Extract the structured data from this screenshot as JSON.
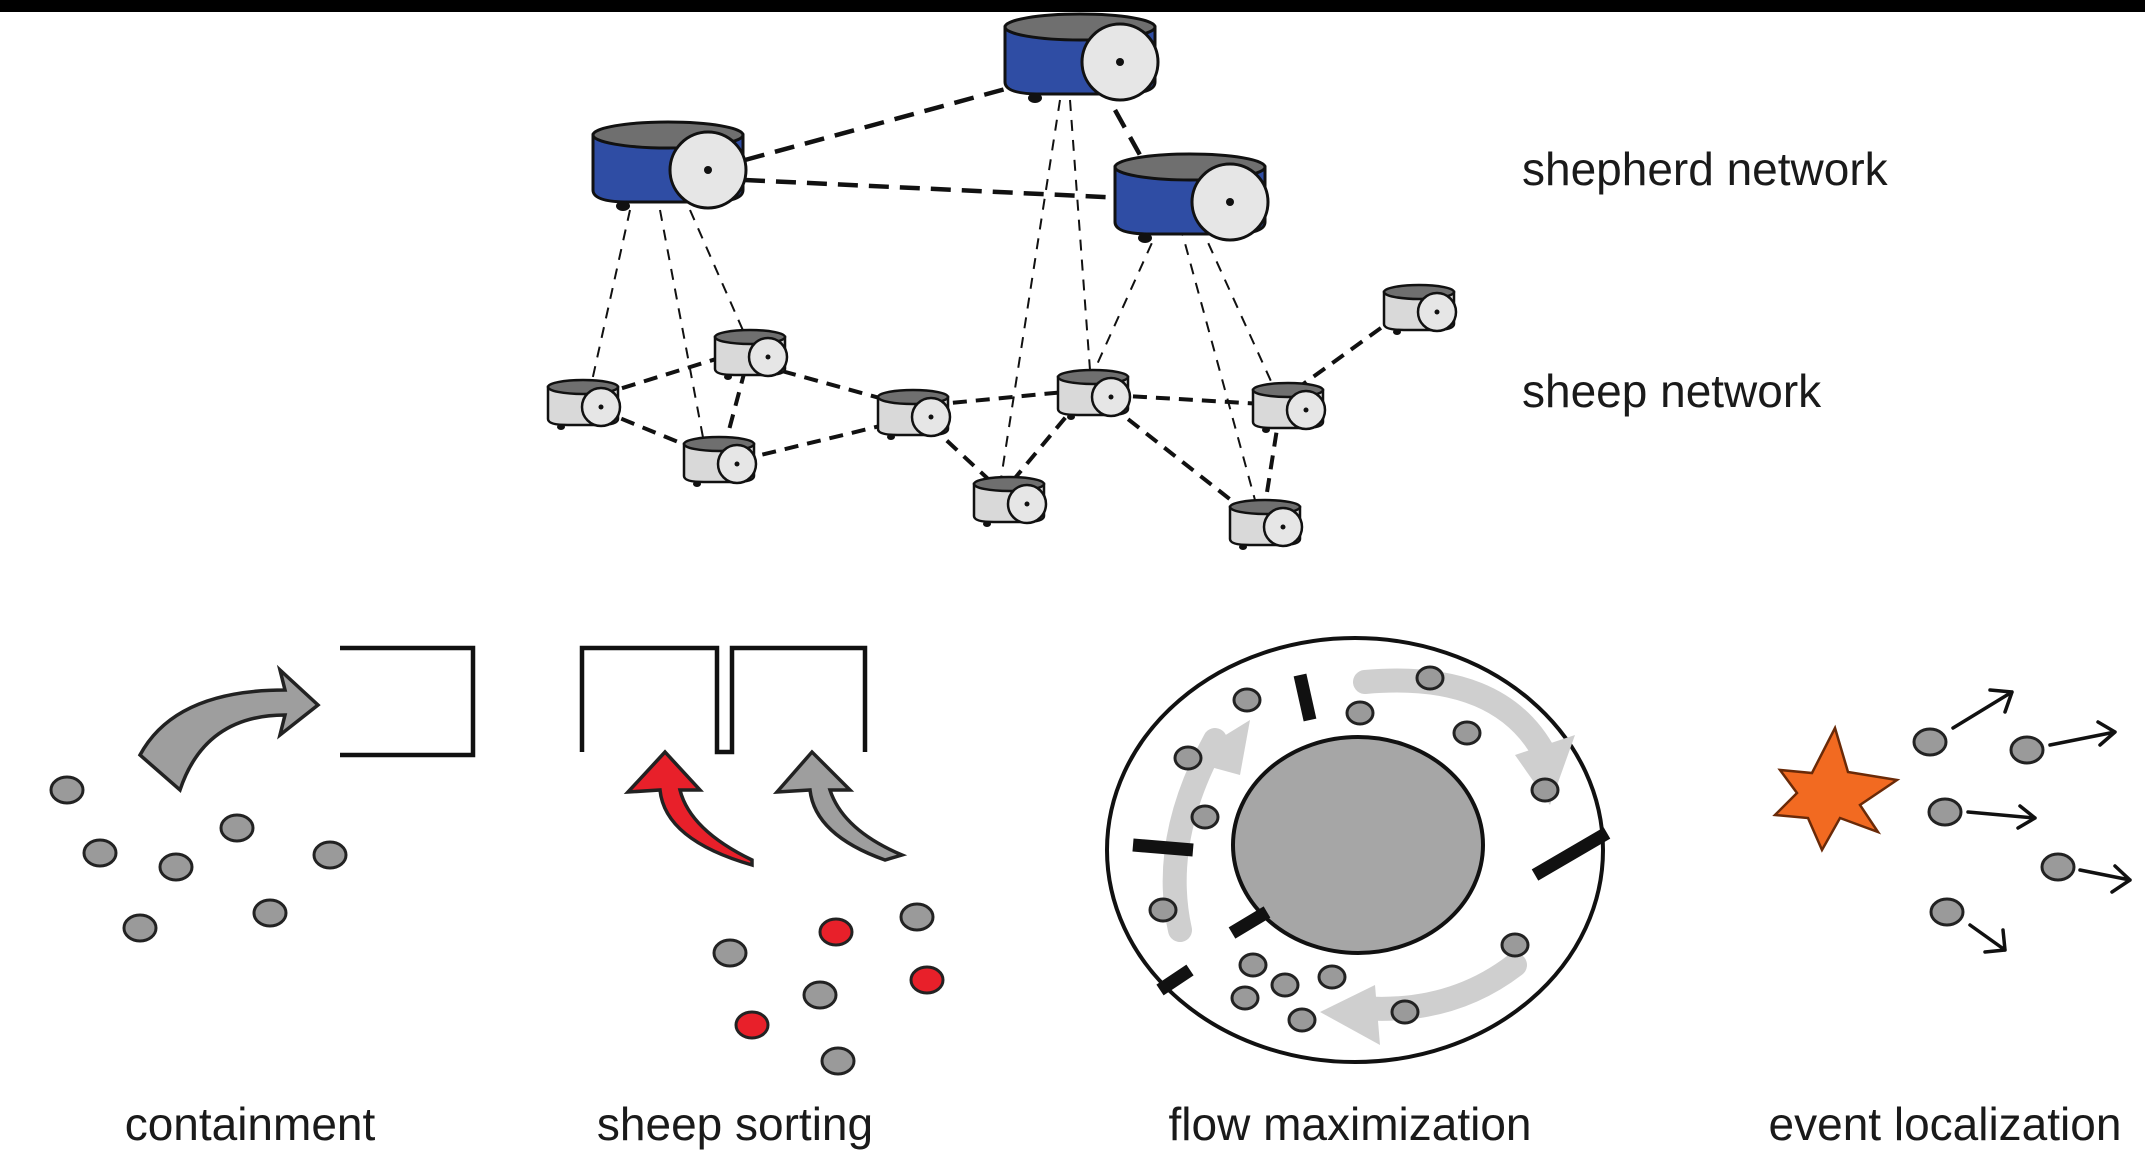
{
  "network_labels": {
    "shepherd": "shepherd network",
    "sheep": "sheep network"
  },
  "panels": {
    "containment": "containment",
    "sheep_sorting": "sheep sorting",
    "flow_maximization": "flow maximization",
    "event_localization": "event localization"
  },
  "colors": {
    "shepherd_body": "#2f4da4",
    "robot_top": "#6f6f6f",
    "sheep_body": "#d9d9d9",
    "wheel": "#e6e6e6",
    "sheep_dot": "#9a9a9a",
    "sorted_red": "#e8202a",
    "arrow_gray": "#9e9e9e",
    "flow_arrow": "#cfcfcf",
    "inner_disk": "#a6a6a6",
    "explosion": "#f26a21"
  }
}
